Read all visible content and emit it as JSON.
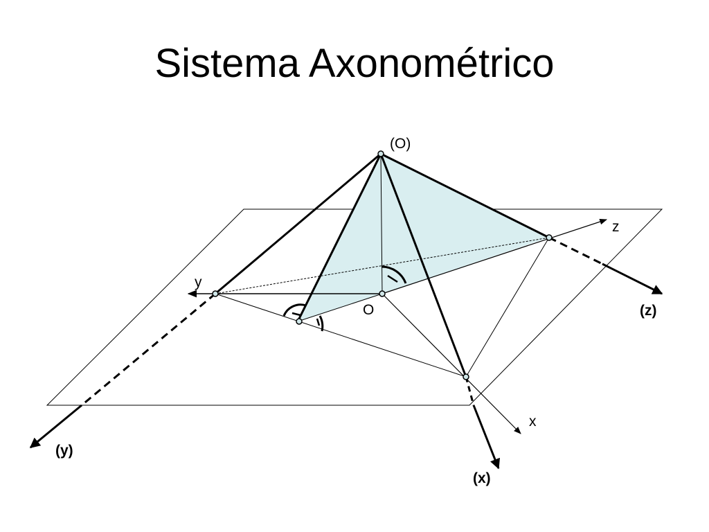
{
  "title": "Sistema Axonométrico",
  "labels": {
    "origin_3d": "(O)",
    "origin": "O",
    "axis_z": "z",
    "axis_y": "y",
    "axis_x": "x",
    "axis_z_3d": "(z)",
    "axis_y_3d": "(y)",
    "axis_x_3d": "(x)"
  },
  "colors": {
    "triangle_fill": "#d9eef0",
    "stroke": "#000000",
    "point_fill": "#cfe6e8"
  }
}
